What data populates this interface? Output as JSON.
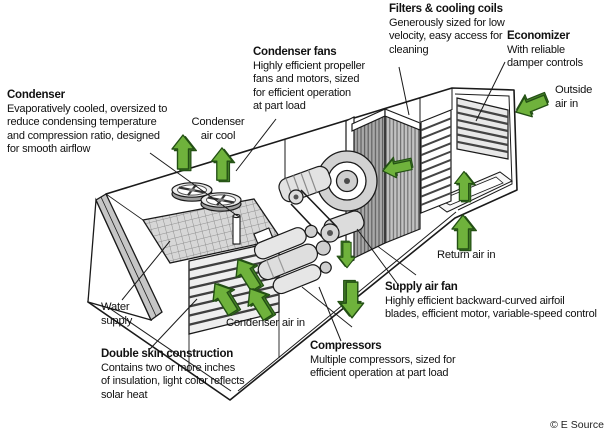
{
  "credit": "© E Source",
  "callouts": {
    "condenser": {
      "title": "Condenser",
      "body": "Evaporatively cooled, oversized to\nreduce condensing temperature\nand compression ratio, designed\nfor smooth airflow"
    },
    "condenser_fans": {
      "title": "Condenser fans",
      "body": "Highly efficient propeller\nfans and motors, sized\nfor efficient operation\nat part load"
    },
    "filters_cooling_coils": {
      "title": "Filters & cooling coils",
      "body": "Generously sized for low\nvelocity, easy access for\ncleaning"
    },
    "economizer": {
      "title": "Economizer",
      "body": "With reliable\ndamper controls"
    },
    "supply_air_fan": {
      "title": "Supply air fan",
      "body": "Highly efficient backward-curved airfoil\nblades, efficient motor, variable-speed control"
    },
    "compressors": {
      "title": "Compressors",
      "body": "Multiple compressors, sized for\nefficient operation at part load"
    },
    "double_skin_construction": {
      "title": "Double skin construction",
      "body": "Contains two or more inches\nof insulation, light color reflects\nsolar heat"
    }
  },
  "flow_labels": {
    "condenser_air_cool": "Condenser\nair cool",
    "outside_air_in": "Outside\nair in",
    "return_air_in": "Return air in",
    "condenser_air_in": "Condenser air in",
    "water_supply": "Water\nsupply"
  },
  "colors": {
    "line": "#1a1a1a",
    "arrow_green": "#6fb23c",
    "arrow_green_dark": "#47822a",
    "arrow_outline": "#235014",
    "panel_gray": "#d2d2d2",
    "filter_gray": "#a8a8a8"
  }
}
